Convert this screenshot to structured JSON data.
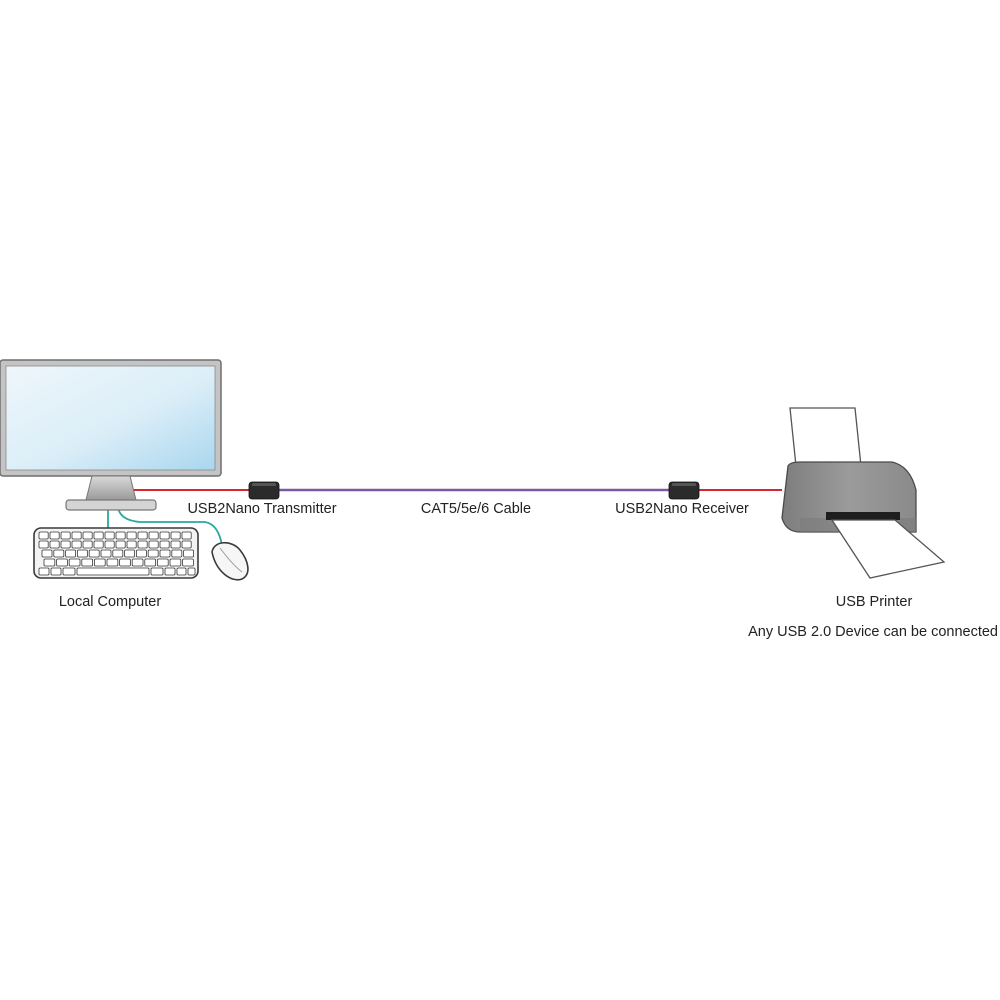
{
  "labels": {
    "transmitter": "USB2Nano Transmitter",
    "cable": "CAT5/5e/6 Cable",
    "receiver": "USB2Nano Receiver",
    "computer": "Local Computer",
    "printer": "USB Printer",
    "note": "Any USB 2.0 Device can be connected"
  },
  "colors": {
    "usb_line": "#d7262f",
    "cat_line": "#7b58a6",
    "peripheral_line": "#2aa7a0",
    "device": "#2b2b2b",
    "printer_body": "#8a8a8a",
    "monitor_frame": "#b9b9b9"
  },
  "icons": [
    "monitor-icon",
    "keyboard-icon",
    "mouse-icon",
    "printer-icon",
    "transmitter-icon",
    "receiver-icon"
  ]
}
